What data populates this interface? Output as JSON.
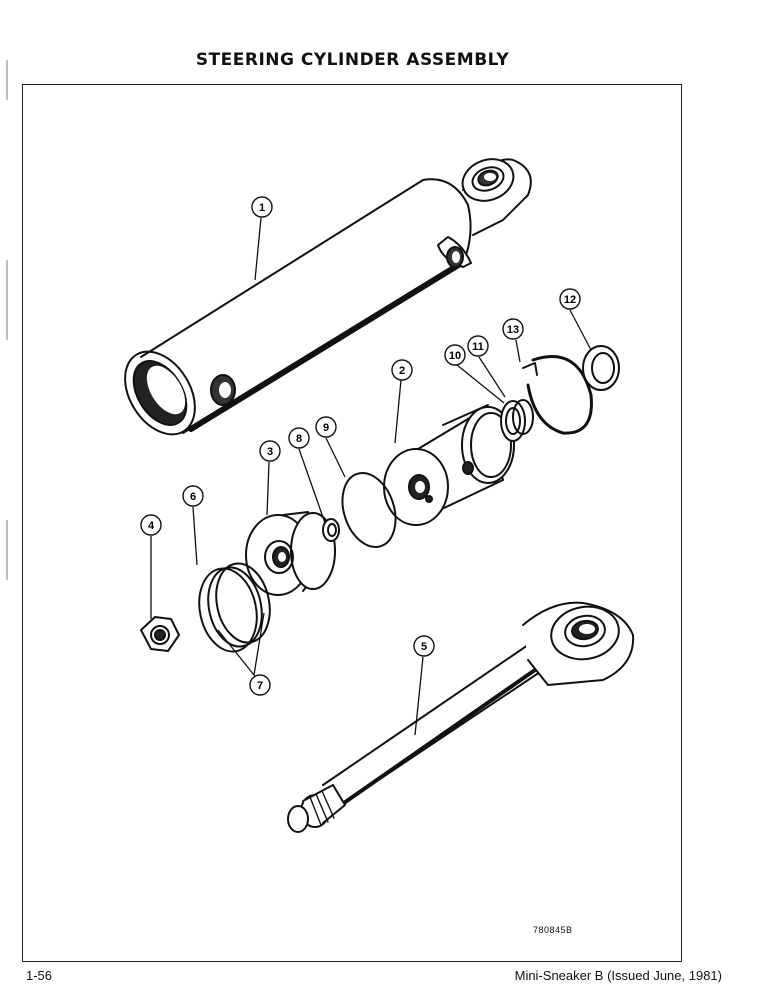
{
  "page": {
    "title": "STEERING CYLINDER ASSEMBLY",
    "figure_number": "780845B",
    "page_number": "1-56",
    "publication": "Mini-Sneaker B (Issued June, 1981)"
  },
  "callouts": [
    "1",
    "2",
    "3",
    "4",
    "5",
    "6",
    "7",
    "8",
    "9",
    "10",
    "11",
    "12",
    "13"
  ]
}
